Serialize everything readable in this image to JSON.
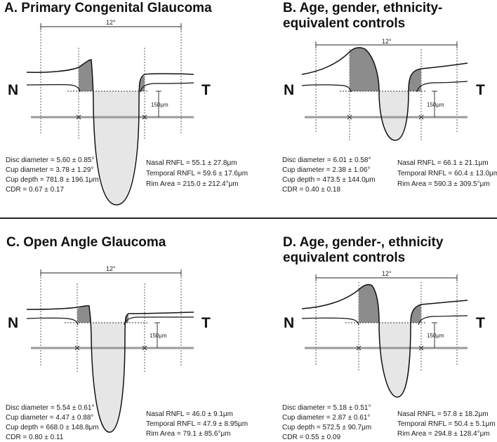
{
  "panels": [
    {
      "title_lines": [
        "A. Primary Congenital Glaucoma"
      ],
      "nasal_label": "N",
      "temporal_label": "T",
      "angle_label": "12°",
      "depth_scale_label": "150μm",
      "left_stats": [
        "Disc diameter = 5.60 ± 0.85°",
        "Cup diameter = 3.78 ± 1.29°",
        "Cup depth = 781.8 ± 196.1μm",
        "CDR = 0.67 ± 0.17"
      ],
      "right_stats": [
        "Nasal RNFL = 55.1 ± 27.8μm",
        "Temporal RNFL = 59.6 ± 17.6μm",
        "Rim Area = 215.0 ± 212.4°μm"
      ],
      "measurements": {
        "disc_diameter_deg": 5.6,
        "cup_diameter_deg": 3.78,
        "cup_depth_um": 781.8,
        "cdr": 0.67,
        "nasal_rnfl_um": 55.1,
        "temporal_rnfl_um": 59.6,
        "rim_area": 215.0
      }
    },
    {
      "title_lines": [
        "B. Age, gender, ethnicity-",
        "equivalent controls"
      ],
      "nasal_label": "N",
      "temporal_label": "T",
      "angle_label": "12°",
      "depth_scale_label": "150μm",
      "left_stats": [
        "Disc diameter = 6.01 ± 0.58°",
        "Cup diameter = 2.38 ± 1.06°",
        "Cup depth = 473.5 ± 144.0μm",
        "CDR = 0.40 ± 0.18"
      ],
      "right_stats": [
        "Nasal RNFL = 66.1 ± 21.1μm",
        "Temporal RNFL = 60.4 ± 13.0μm",
        "Rim Area = 590.3 ± 309.5°μm"
      ],
      "measurements": {
        "disc_diameter_deg": 6.01,
        "cup_diameter_deg": 2.38,
        "cup_depth_um": 473.5,
        "cdr": 0.4,
        "nasal_rnfl_um": 66.1,
        "temporal_rnfl_um": 60.4,
        "rim_area": 590.3
      }
    },
    {
      "title_lines": [
        "C. Open Angle Glaucoma"
      ],
      "nasal_label": "N",
      "temporal_label": "T",
      "angle_label": "12°",
      "depth_scale_label": "150μm",
      "left_stats": [
        "Disc diameter = 5.54 ± 0.61°",
        "Cup diameter = 4.47 ± 0.88°",
        "Cup depth = 668.0 ± 148.8μm",
        "CDR = 0.80 ± 0.11"
      ],
      "right_stats": [
        "Nasal RNFL = 46.0 ± 9.1μm",
        "Temporal RNFL = 47.9 ± 8.95μm",
        "Rim Area = 79.1 ± 85.6°μm"
      ],
      "measurements": {
        "disc_diameter_deg": 5.54,
        "cup_diameter_deg": 4.47,
        "cup_depth_um": 668.0,
        "cdr": 0.8,
        "nasal_rnfl_um": 46.0,
        "temporal_rnfl_um": 47.9,
        "rim_area": 79.1
      }
    },
    {
      "title_lines": [
        "D. Age, gender-, ethnicity",
        "equivalent controls"
      ],
      "nasal_label": "N",
      "temporal_label": "T",
      "angle_label": "12°",
      "depth_scale_label": "150μm",
      "left_stats": [
        "Disc diameter = 5.18 ± 0.51°",
        "Cup diameter = 2.87 ± 0.61°",
        "Cup depth = 572.5 ± 90.7μm",
        "CDR = 0.55 ± 0.09"
      ],
      "right_stats": [
        "Nasal RNFL = 57.8 ± 18.2μm",
        "Temporal RNFL = 50.4 ± 5.1μm",
        "Rim Area = 294.8 ± 128.4°μm"
      ],
      "measurements": {
        "disc_diameter_deg": 5.18,
        "cup_diameter_deg": 2.87,
        "cup_depth_um": 572.5,
        "cdr": 0.55,
        "nasal_rnfl_um": 57.8,
        "temporal_rnfl_um": 50.4,
        "rim_area": 294.8
      }
    }
  ],
  "colors": {
    "rim_fill": "#8c8c8c",
    "cup_fill": "#e6e6e6",
    "baseline": "#9a9a9a",
    "outline": "#111111",
    "divider": "#222222"
  }
}
